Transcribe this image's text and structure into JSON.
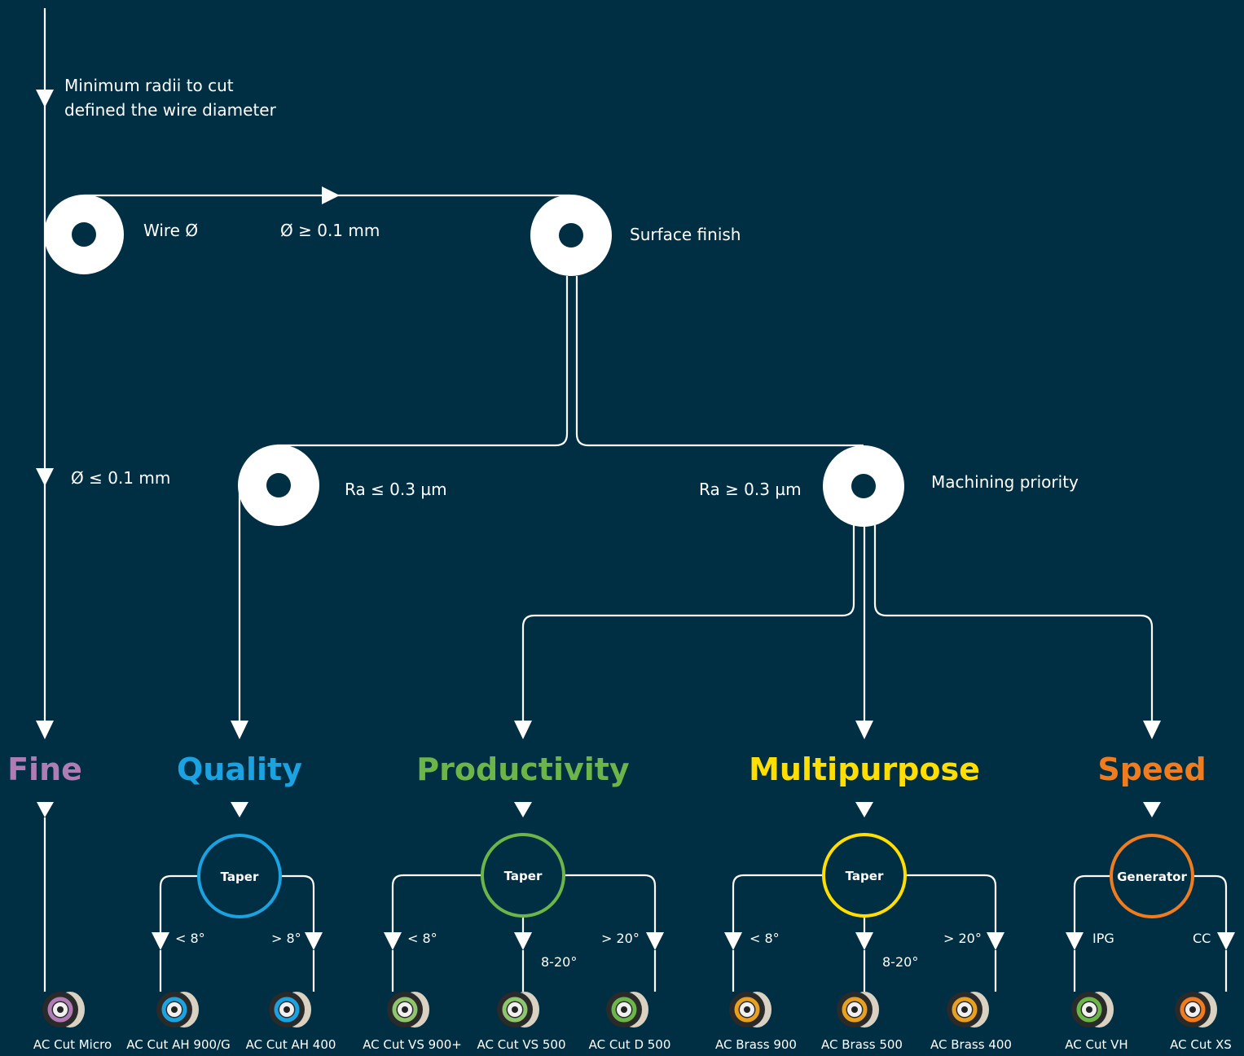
{
  "intro": {
    "line1": "Minimum radii to cut",
    "line2": "defined the wire diameter"
  },
  "nodes": {
    "wire": {
      "label": "Wire Ø"
    },
    "surface": {
      "label": "Surface finish"
    },
    "quality_node": {
      "label": "Ra ≤ 0.3 µm"
    },
    "machining": {
      "label": "Machining priority"
    }
  },
  "edges": {
    "wire_large": "Ø ≥ 0.1 mm",
    "wire_small": "Ø ≤ 0.1 mm",
    "ra_high": "Ra ≥ 0.3 µm"
  },
  "categories": [
    {
      "name": "Fine",
      "color": "#b07cb4"
    },
    {
      "name": "Quality",
      "color": "#1aa3e0"
    },
    {
      "name": "Productivity",
      "color": "#6cb548"
    },
    {
      "name": "Multipurpose",
      "color": "#ffde00"
    },
    {
      "name": "Speed",
      "color": "#f07c1e"
    }
  ],
  "selectors": [
    {
      "label": "Taper",
      "color": "#1aa3e0",
      "options": [
        "< 8°",
        "> 8°"
      ]
    },
    {
      "label": "Taper",
      "color": "#6cb548",
      "options": [
        "< 8°",
        "8-20°",
        "> 20°"
      ]
    },
    {
      "label": "Taper",
      "color": "#ffde00",
      "options": [
        "< 8°",
        "8-20°",
        "> 20°"
      ]
    },
    {
      "label": "Generator",
      "color": "#f07c1e",
      "options": [
        "IPG",
        "CC"
      ]
    }
  ],
  "products": [
    {
      "name": "AC Cut Micro",
      "ring": "#b07cb4"
    },
    {
      "name": "AC Cut AH 900/G",
      "ring": "#1aa3e0"
    },
    {
      "name": "AC Cut AH 400",
      "ring": "#1aa3e0"
    },
    {
      "name": "AC Cut VS 900+",
      "ring": "#8fc56f"
    },
    {
      "name": "AC Cut VS 500",
      "ring": "#8fc56f"
    },
    {
      "name": "AC Cut D 500",
      "ring": "#6cb548"
    },
    {
      "name": "AC Brass 900",
      "ring": "#e8a020"
    },
    {
      "name": "AC Brass 500",
      "ring": "#e8a020"
    },
    {
      "name": "AC Brass 400",
      "ring": "#e8a020"
    },
    {
      "name": "AC Cut VH",
      "ring": "#6cb548"
    },
    {
      "name": "AC Cut XS",
      "ring": "#f07c1e"
    }
  ]
}
